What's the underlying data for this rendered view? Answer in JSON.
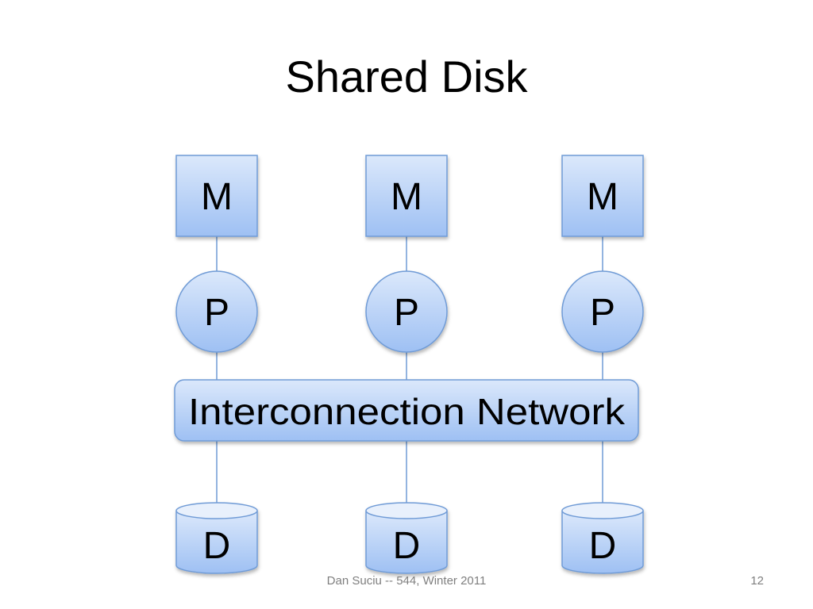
{
  "slide": {
    "title": "Shared Disk",
    "footer": "Dan Suciu -- 544, Winter 2011",
    "page_number": "12"
  },
  "diagram": {
    "memory_label": "M",
    "processor_label": "P",
    "disk_label": "D",
    "network_label": "Interconnection Network",
    "columns": 3,
    "colors": {
      "fill_top": "#dbe8fb",
      "fill_bottom": "#9ec0f3",
      "stroke": "#6f9bd6",
      "connector": "#6f9bd6"
    }
  }
}
